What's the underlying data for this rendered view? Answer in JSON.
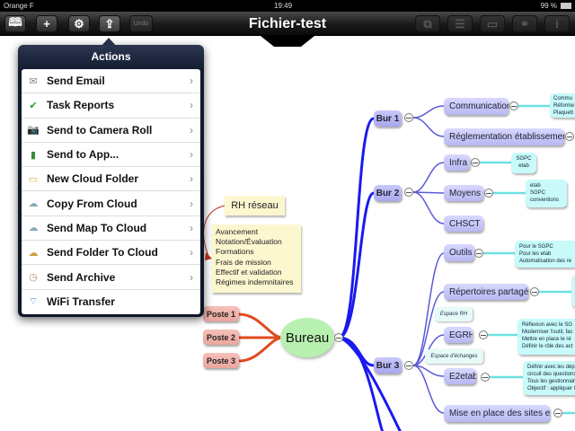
{
  "status": {
    "carrier": "Orange F",
    "time": "19:49",
    "battery": "99 %"
  },
  "toolbar": {
    "title": "Fichier-test",
    "undo": "Undo",
    "left_icons": [
      "book-icon",
      "plus-icon",
      "gear-icon",
      "share-icon"
    ],
    "right_icons": [
      "topic-icon",
      "subtopic-icon",
      "comment-icon",
      "link-icon",
      "info-icon"
    ]
  },
  "popover": {
    "title": "Actions",
    "items": [
      {
        "label": "Send Email",
        "icon": "✉",
        "color": "#888"
      },
      {
        "label": "Task Reports",
        "icon": "✔",
        "color": "#2a9a2a"
      },
      {
        "label": "Send to Camera Roll",
        "icon": "📷",
        "color": "#444"
      },
      {
        "label": "Send to App...",
        "icon": "▮",
        "color": "#3a8a3a"
      },
      {
        "label": "New Cloud Folder",
        "icon": "▭",
        "color": "#d8b050"
      },
      {
        "label": "Copy From Cloud",
        "icon": "☁",
        "color": "#8ab"
      },
      {
        "label": "Send Map To Cloud",
        "icon": "☁",
        "color": "#8ab"
      },
      {
        "label": "Send Folder To Cloud",
        "icon": "☁",
        "color": "#c9a040"
      },
      {
        "label": "Send Archive",
        "icon": "◷",
        "color": "#b09050"
      },
      {
        "label": "WiFi Transfer",
        "icon": "⌔",
        "color": "#2a7ad0"
      }
    ]
  },
  "map": {
    "central": "Bureau",
    "postes": [
      "Poste 1",
      "Poste 2",
      "Poste 3"
    ],
    "rh_reseau": "RH réseau",
    "rh_list": [
      "Avancement",
      "Notation/Évaluation",
      "Formations",
      "Frais de mission",
      "Effectif et validation",
      "Régimes indemnitaires"
    ],
    "bur1": {
      "label": "Bur 1",
      "communication": "Communication",
      "communication_note": [
        "Commu",
        "Réforme",
        "Plaquett"
      ],
      "reglementation": "Réglementation établissement"
    },
    "bur2": {
      "label": "Bur 2",
      "infra": "Infra",
      "infra_note": [
        "SGPC",
        "etab"
      ],
      "moyens": "Moyens",
      "moyens_note": [
        "etab",
        "SGPC",
        "conventions"
      ],
      "chsct": "CHSCT"
    },
    "bur3": {
      "label": "Bur 3",
      "outils": "Outils",
      "outils_note": [
        "Pour le SGPC",
        "Pour les etab",
        "Automatisation des re"
      ],
      "repertoires": "Répertoires partagés",
      "espace_rh": "Espace RH",
      "egrh": "EGRH",
      "egrh_note": [
        "Réflexion avec le SG",
        "Moderniser l'outil, fac",
        "Mettre en place le ré",
        "Définir le rôle des act"
      ],
      "espace_echanges": "Espace d'échanges",
      "e2etab": "E2etab",
      "e2etab_note": [
        "Définir avec les dépa",
        "circuit des questions",
        "Tous les gestionnair",
        "Objectif : appliquer l"
      ],
      "sites": "Mise en place des sites etab"
    }
  },
  "colors": {
    "topic": "#b8b8f2",
    "note": "#c8fafa",
    "central": "#b8f0b0",
    "poste": "#eaa69c",
    "branch": "#1a1aee"
  }
}
